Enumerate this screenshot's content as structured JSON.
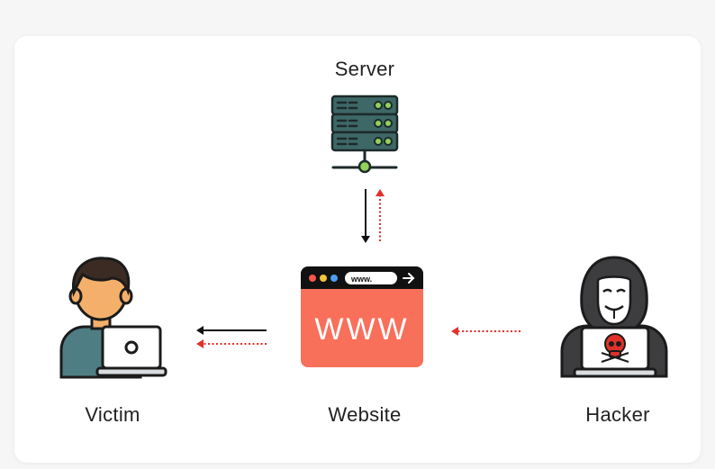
{
  "nodes": {
    "server": {
      "label": "Server"
    },
    "website": {
      "label": "Website",
      "url_text": "www.",
      "banner_text": "WWW"
    },
    "victim": {
      "label": "Victim"
    },
    "hacker": {
      "label": "Hacker"
    }
  },
  "colors": {
    "normal_flow": "#111111",
    "malicious_flow": "#e0312b",
    "browser_body": "#f86f5a",
    "server_body": "#3e6767",
    "hacker_hood": "#3d3d40"
  }
}
